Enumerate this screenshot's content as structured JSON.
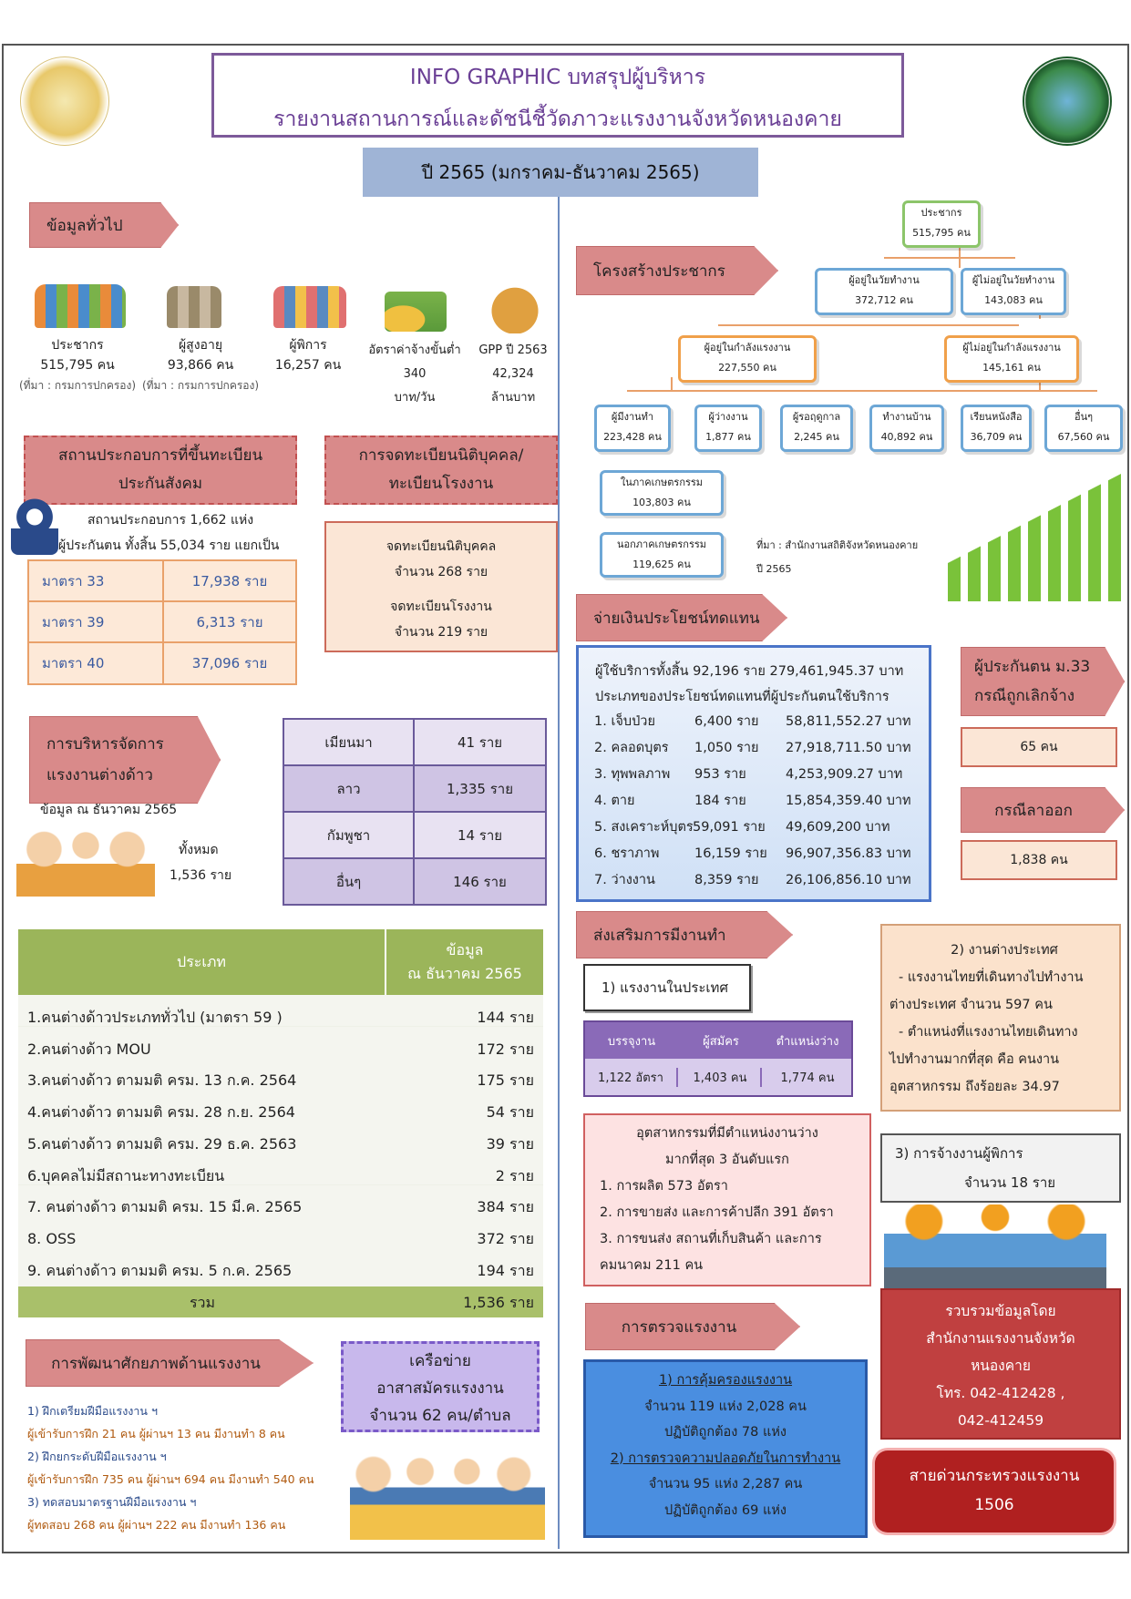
{
  "header": {
    "line1": "INFO GRAPHIC บทสรุปผู้บริหาร",
    "line2": "รายงานสถานการณ์และดัชนีชี้วัดภาวะแรงงานจังหวัดหนองคาย",
    "year": "ปี 2565 (มกราคม-ธันวาคม 2565)"
  },
  "general": {
    "heading": "ข้อมูลทั่วไป",
    "items": [
      {
        "label": "ประชากร",
        "value": "515,795 คน",
        "note": "(ที่มา : กรมการปกครอง)"
      },
      {
        "label": "ผู้สูงอายุ",
        "value": "93,866 คน",
        "note": "(ที่มา : กรมการปกครอง)"
      },
      {
        "label": "ผู้พิการ",
        "value": "16,257 คน",
        "note": ""
      },
      {
        "label": "อัตราค่าจ้างขั้นต่ำ",
        "value": "340",
        "note": "บาท/วัน"
      },
      {
        "label": "GPP ปี 2563",
        "value": "42,324",
        "note": "ล้านบาท"
      }
    ]
  },
  "social": {
    "heading": "สถานประกอบการที่ขึ้นทะเบียนประกันสังคม",
    "line1": "สถานประกอบการ 1,662 แห่ง",
    "line2": "ผู้ประกันตน ทั้งสิ้น 55,034 ราย แยกเป็น",
    "rows": [
      {
        "k": "มาตรา 33",
        "v": "17,938 ราย"
      },
      {
        "k": "มาตรา 39",
        "v": "6,313 ราย"
      },
      {
        "k": "มาตรา 40",
        "v": "37,096 ราย"
      }
    ]
  },
  "registration": {
    "heading": "การจดทะเบียนนิติบุคคล/ทะเบียนโรงงาน",
    "l1": "จดทะเบียนนิติบุคคล",
    "l2": "จำนวน  268  ราย",
    "l3": "จดทะเบียนโรงงาน",
    "l4": "จำนวน  219  ราย"
  },
  "foreign": {
    "heading": "การบริหารจัดการแรงงานต่างด้าว",
    "asof": "ข้อมูล ณ ธันวาคม 2565",
    "total_label": "ทั้งหมด",
    "total": "1,536 ราย",
    "nations": [
      {
        "k": "เมียนมา",
        "v": "41 ราย"
      },
      {
        "k": "ลาว",
        "v": "1,335 ราย"
      },
      {
        "k": "กัมพูชา",
        "v": "14 ราย"
      },
      {
        "k": "อื่นๆ",
        "v": "146 ราย"
      }
    ]
  },
  "ftable": {
    "h1": "ประเภท",
    "h2a": "ข้อมูล",
    "h2b": "ณ ธันวาคม 2565",
    "rows": [
      {
        "k": "1.คนต่างด้าวประเภททั่วไป  (มาตรา 59 )",
        "v": "144 ราย"
      },
      {
        "k": "2.คนต่างด้าว MOU",
        "v": "172 ราย"
      },
      {
        "k": "3.คนต่างด้าว ตามมติ ครม. 13 ก.ค. 2564",
        "v": "175 ราย"
      },
      {
        "k": "4.คนต่างด้าว ตามมติ ครม. 28 ก.ย. 2564",
        "v": "54 ราย"
      },
      {
        "k": "5.คนต่างด้าว ตามมติ ครม. 29 ธ.ค. 2563",
        "v": "39 ราย"
      },
      {
        "k": "6.บุคคลไม่มีสถานะทางทะเบียน",
        "v": "2 ราย"
      },
      {
        "k": "7. คนต่างด้าว ตามมติ ครม. 15 มี.ค. 2565",
        "v": "384 ราย"
      },
      {
        "k": "8. OSS",
        "v": "372 ราย"
      },
      {
        "k": "9. คนต่างด้าว ตามมติ ครม. 5 ก.ค. 2565",
        "v": "194 ราย"
      }
    ],
    "total_k": "รวม",
    "total_v": "1,536 ราย"
  },
  "skill": {
    "heading": "การพัฒนาศักยภาพด้านแรงงาน",
    "lines": [
      "1) ฝึกเตรียมฝีมือแรงงาน ฯ",
      "ผู้เข้ารับการฝึก  21  คน ผู้ผ่านฯ 13  คน มีงานทำ 8 คน",
      "2) ฝึกยกระดับฝีมือแรงงาน ฯ",
      "ผู้เข้ารับการฝึก  735  คน ผู้ผ่านฯ 694  คน มีงานทำ 540 คน",
      "3) ทดสอบมาตรฐานฝีมือแรงงาน ฯ",
      "ผู้ทดสอบ  268 คน  ผู้ผ่านฯ 222  คน มีงานทำ 136 คน"
    ]
  },
  "network": {
    "l1": "เครือข่าย",
    "l2": "อาสาสมัครแรงงาน",
    "l3": "จำนวน 62 คน/ตำบล"
  },
  "population": {
    "heading": "โครงสร้างประชากร",
    "n1": "ประชากร",
    "v1": "515,795 คน",
    "n2": "ผู้อยู่ในวัยทำงาน",
    "v2": "372,712 คน",
    "n3": "ผู้ไม่อยู่ในวัยทำงาน",
    "v3": "143,083 คน",
    "n4": "ผู้อยู่ในกำลังแรงงาน",
    "v4": "227,550 คน",
    "n5": "ผู้ไม่อยู่ในกำลังแรงงาน",
    "v5": "145,161 คน",
    "n6": "ผู้มีงานทำ",
    "v6": "223,428 คน",
    "n7": "ผู้ว่างงาน",
    "v7": "1,877 คน",
    "n8": "ผู้รอฤดูกาล",
    "v8": "2,245 คน",
    "n9": "ทำงานบ้าน",
    "v9": "40,892 คน",
    "n10": "เรียนหนังสือ",
    "v10": "36,709 คน",
    "n11": "อื่นๆ",
    "v11": "67,560 คน",
    "n12": "ในภาคเกษตรกรรม",
    "v12": "103,803 คน",
    "n13": "นอกภาคเกษตรกรรม",
    "v13": "119,625 คน",
    "src1": "ที่มา : สำนักงานสถิติจังหวัดหนองคาย",
    "src2": "ปี 2565"
  },
  "benefit": {
    "heading": "จ่ายเงินประโยชน์ทดแทน",
    "summary": "ผู้ใช้บริการทั้งสิ้น  92,196 ราย 279,461,945.37 บาท",
    "sub": "ประเภทของประโยชน์ทดแทนที่ผู้ประกันตนใช้บริการ",
    "rows": [
      {
        "k": "1. เจ็บป่วย",
        "c": "6,400 ราย",
        "v": "58,811,552.27 บาท"
      },
      {
        "k": "2. คลอดบุตร",
        "c": "1,050 ราย",
        "v": "27,918,711.50 บาท"
      },
      {
        "k": "3. ทุพพลภาพ",
        "c": "953 ราย",
        "v": "4,253,909.27 บาท"
      },
      {
        "k": "4. ตาย",
        "c": "184 ราย",
        "v": "15,854,359.40 บาท"
      },
      {
        "k": "5. สงเคราะห์บุตร",
        "c": "59,091 ราย",
        "v": "49,609,200 บาท"
      },
      {
        "k": "6. ชราภาพ",
        "c": "16,159 ราย",
        "v": "96,907,356.83 บาท"
      },
      {
        "k": "7. ว่างงาน",
        "c": "8,359 ราย",
        "v": "26,106,856.10 บาท"
      }
    ]
  },
  "m33": {
    "heading1": "ผู้ประกันตน ม.33",
    "heading2": "กรณีถูกเลิกจ้าง",
    "value": "65 คน",
    "resign": "กรณีลาออก",
    "resign_value": "1,838 คน"
  },
  "employ": {
    "heading": "ส่งเสริมการมีงานทำ",
    "domestic": "1) แรงงานในประเทศ",
    "cols": [
      "บรรจุงาน",
      "ผู้สมัคร",
      "ตำแหน่งว่าง"
    ],
    "vals": [
      "1,122 อัตรา",
      "1,403 คน",
      "1,774 คน"
    ],
    "ind_title1": "อุตสาหกรรมที่มีตำแหน่งงานว่าง",
    "ind_title2": "มากที่สุด 3 อันดับแรก",
    "ind": [
      "1. การผลิต 573 อัตรา",
      "2. การขายส่ง และการค้าปลีก  391 อัตรา",
      "3. การขนส่ง สถานที่เก็บสินค้า และการ",
      "คมนาคม 211 คน"
    ],
    "abroad": [
      "2) งานต่างประเทศ",
      "- แรงงานไทยที่เดินทางไปทำงาน",
      "ต่างประเทศ จำนวน 597 คน",
      "- ตำแหน่งที่แรงงานไทยเดินทาง",
      "ไปทำงานมากที่สุด คือ คนงาน",
      "อุตสาหกรรม ถึงร้อยละ 34.97"
    ],
    "disabled1": "3) การจ้างงานผู้พิการ",
    "disabled2": "จำนวน 18 ราย"
  },
  "inspect": {
    "heading": "การตรวจแรงงาน",
    "h1": "1) การคุ้มครองแรงงาน",
    "l1": "จำนวน  119  แห่ง  2,028  คน",
    "l2": "ปฏิบัติถูกต้อง 78  แห่ง",
    "h2": "2) การตรวจความปลอดภัยในการทำงาน",
    "l3": "จำนวน  95  แห่ง 2,287 คน",
    "l4": "ปฏิบัติถูกต้อง 69 แห่ง"
  },
  "contact": {
    "l1": "รวบรวมข้อมูลโดย",
    "l2": "สำนักงานแรงงานจังหวัด",
    "l3": "หนองคาย",
    "l4": "โทร. 042-412428 ,",
    "l5": "042-412459",
    "hot1": "สายด่วนกระทรวงแรงงาน",
    "hot2": "1506"
  }
}
